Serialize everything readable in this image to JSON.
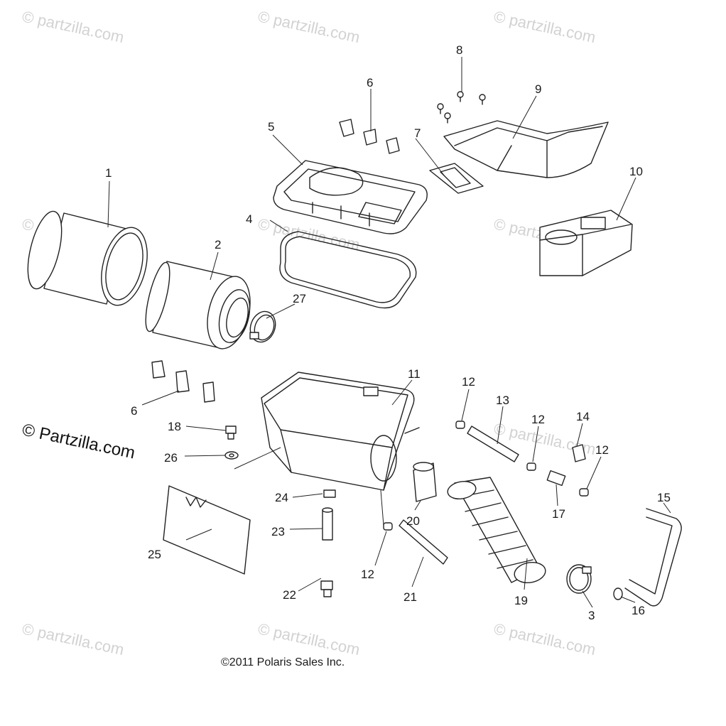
{
  "watermark": "© partzilla.com",
  "brand_mark": "© Partzilla.com",
  "copyright": "©2011 Polaris Sales Inc.",
  "callouts": {
    "c1": "1",
    "c2": "2",
    "c3": "3",
    "c4": "4",
    "c5": "5",
    "c6a": "6",
    "c6b": "6",
    "c7": "7",
    "c8": "8",
    "c9": "9",
    "c10": "10",
    "c11": "11",
    "c12a": "12",
    "c12b": "12",
    "c12c": "12",
    "c12d": "12",
    "c13": "13",
    "c14": "14",
    "c15": "15",
    "c16": "16",
    "c17": "17",
    "c18": "18",
    "c19": "19",
    "c20": "20",
    "c21": "21",
    "c22": "22",
    "c23": "23",
    "c24": "24",
    "c25": "25",
    "c26": "26",
    "c27": "27"
  }
}
